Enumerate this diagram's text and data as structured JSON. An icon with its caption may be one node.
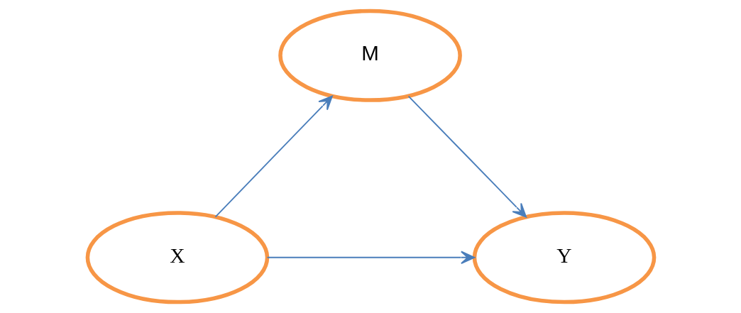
{
  "diagram": {
    "nodes": [
      {
        "text": [
          "M"
        ]
      },
      {
        "text": [
          "X"
        ]
      },
      {
        "text": [
          "Y"
        ]
      }
    ],
    "edges": [
      {
        "from": 1,
        "to": 0,
        "arrow": "to"
      },
      {
        "from": 0,
        "to": 2,
        "arrow": "to"
      },
      {
        "from": 1,
        "to": 2,
        "arrow": "to"
      }
    ]
  }
}
